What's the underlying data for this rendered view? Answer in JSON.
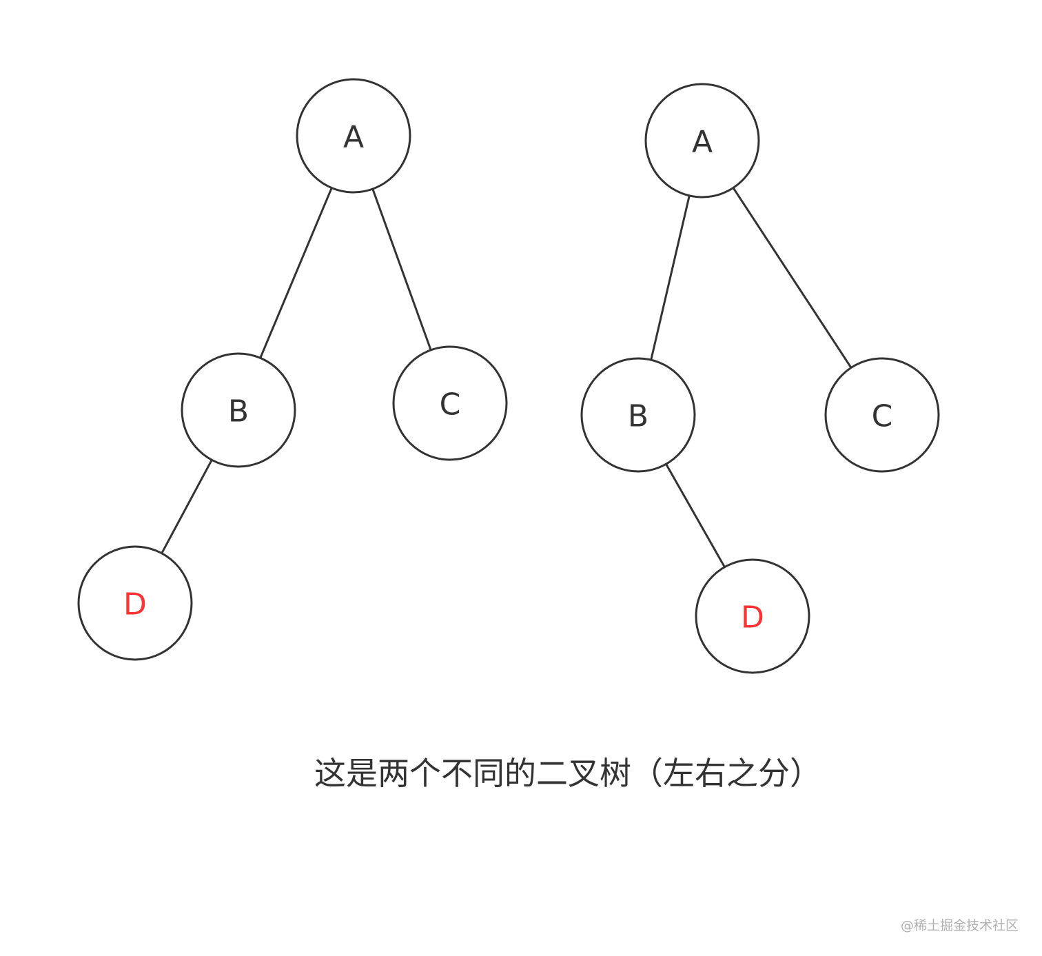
{
  "colors": {
    "stroke": "#333333",
    "node_fill": "#ffffff",
    "label_default": "#333333",
    "label_highlight": "#ff3333"
  },
  "trees": [
    {
      "nodes": [
        {
          "id": "A",
          "label": "A",
          "highlight": false
        },
        {
          "id": "B",
          "label": "B",
          "highlight": false
        },
        {
          "id": "C",
          "label": "C",
          "highlight": false
        },
        {
          "id": "D",
          "label": "D",
          "highlight": true
        }
      ],
      "edges": [
        {
          "from": "A",
          "to": "B"
        },
        {
          "from": "A",
          "to": "C"
        },
        {
          "from": "B",
          "to": "D",
          "side": "left"
        }
      ]
    },
    {
      "nodes": [
        {
          "id": "A",
          "label": "A",
          "highlight": false
        },
        {
          "id": "B",
          "label": "B",
          "highlight": false
        },
        {
          "id": "C",
          "label": "C",
          "highlight": false
        },
        {
          "id": "D",
          "label": "D",
          "highlight": true
        }
      ],
      "edges": [
        {
          "from": "A",
          "to": "B"
        },
        {
          "from": "A",
          "to": "C"
        },
        {
          "from": "B",
          "to": "D",
          "side": "right"
        }
      ]
    }
  ],
  "caption": "这是两个不同的二叉树（左右之分）",
  "watermark": "@稀土掘金技术社区"
}
